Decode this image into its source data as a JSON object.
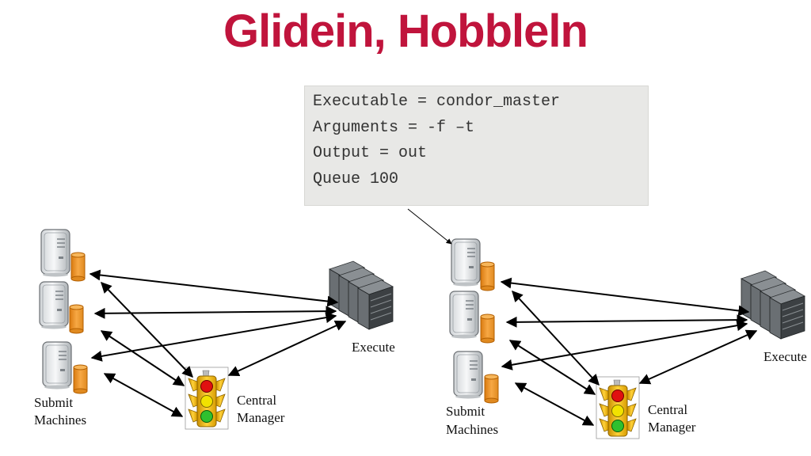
{
  "title": "Glidein, Hobbleln",
  "colors": {
    "title": "#c0143c",
    "arrow": "#000000",
    "scroll": "#f39c2b"
  },
  "submit_file": {
    "lines": [
      "Executable = condor_master",
      "Arguments = -f –t",
      "Output = out",
      "Queue 100"
    ]
  },
  "left_diagram": {
    "submit_label": [
      "Submit",
      "Machines"
    ],
    "execute_label": "Execute",
    "manager_label": [
      "Central",
      "Manager"
    ]
  },
  "right_diagram": {
    "submit_label": [
      "Submit",
      "Machines"
    ],
    "execute_label": "Execute",
    "manager_label": [
      "Central",
      "Manager"
    ]
  },
  "icons": {
    "submit_machine": "computer-tower-icon",
    "job_queue": "scroll-icon",
    "execute_cluster": "server-rack-icon",
    "central_manager": "traffic-light-icon"
  }
}
